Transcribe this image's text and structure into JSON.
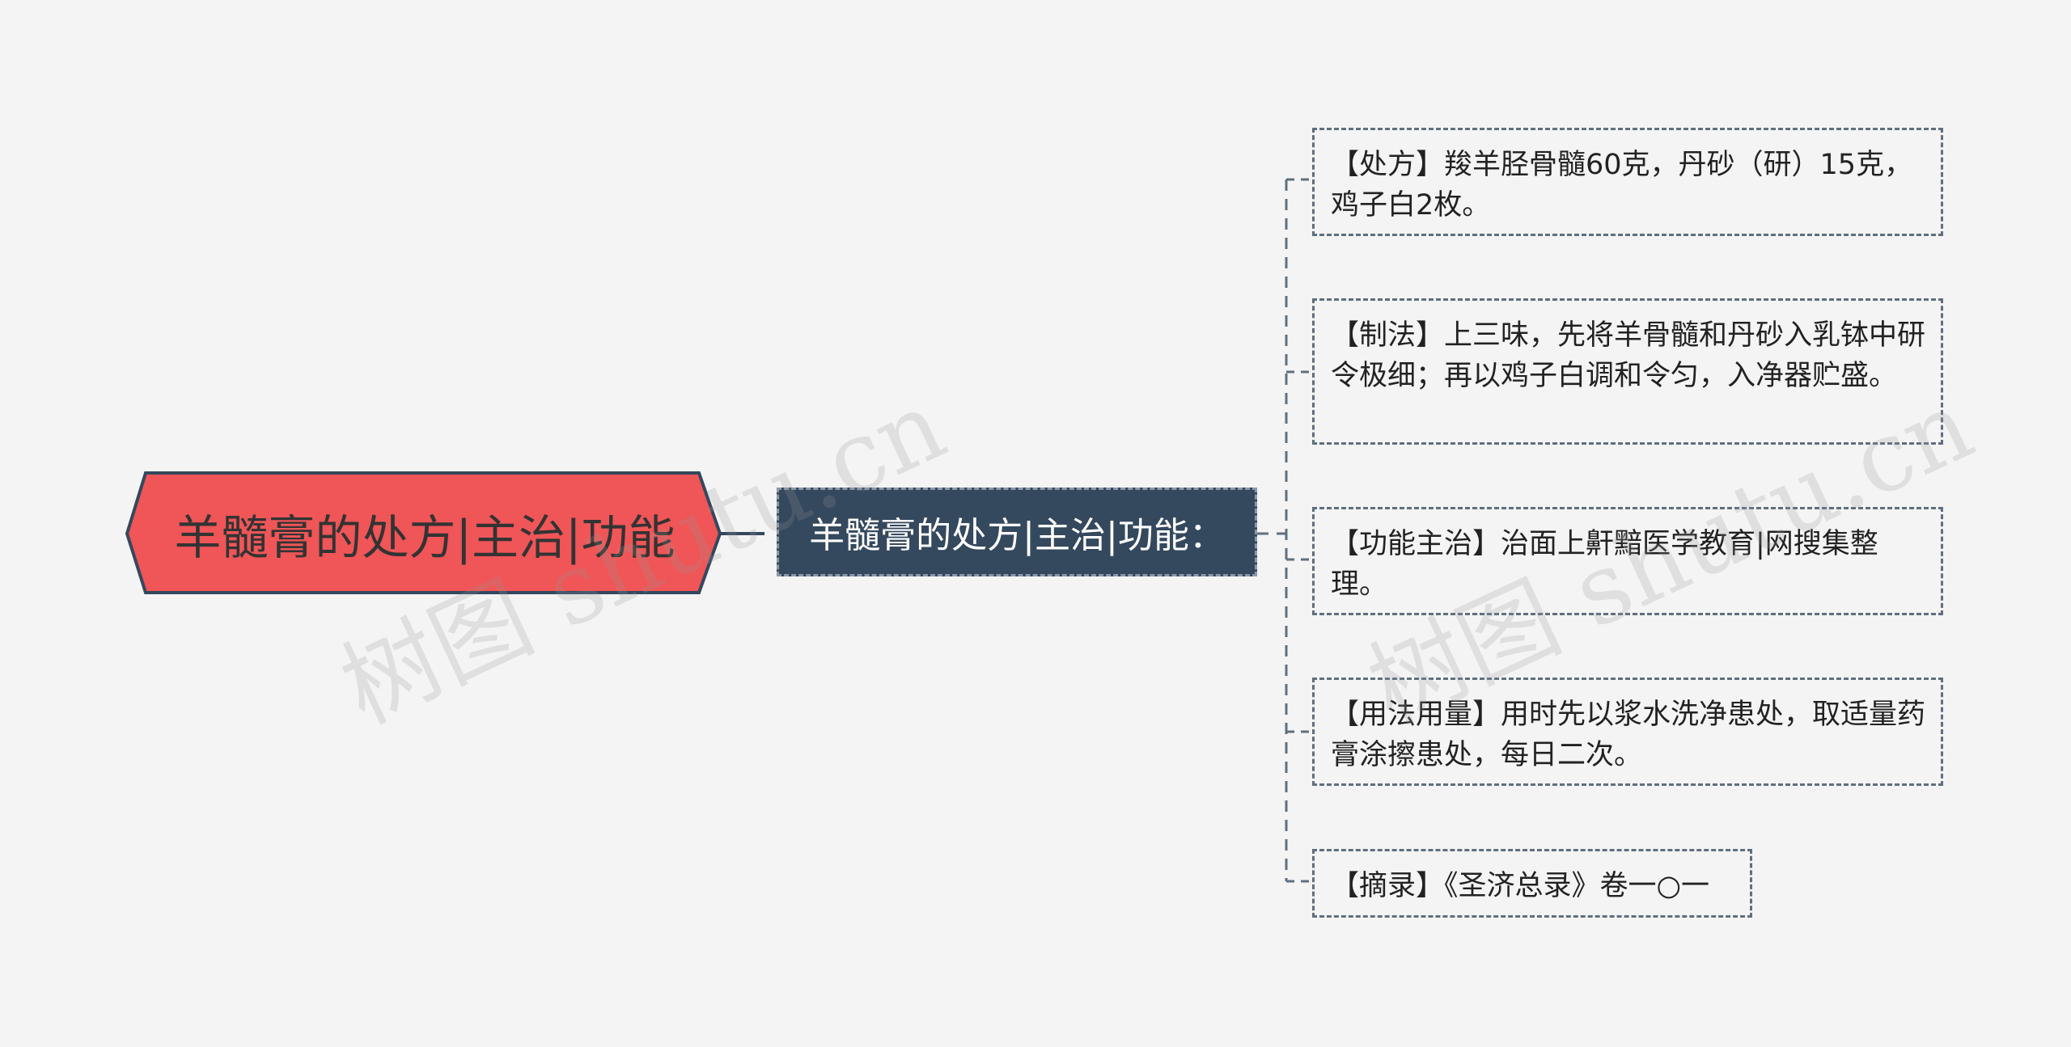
{
  "root": {
    "label": "羊髓膏的处方|主治|功能",
    "fill_color": "#f05557",
    "border_color": "#34485e"
  },
  "branch": {
    "label": "羊髓膏的处方|主治|功能："
  },
  "leaves": [
    {
      "label": "【处方】羧羊胫骨髓60克，丹砂（研）15克，鸡子白2枚。"
    },
    {
      "label": "【制法】上三味，先将羊骨髓和丹砂入乳钵中研令极细；再以鸡子白调和令匀，入净器贮盛。"
    },
    {
      "label": "【功能主治】治面上鼾黯医学教育|网搜集整理。"
    },
    {
      "label": "【用法用量】用时先以浆水洗净患处，取适量药膏涂擦患处，每日二次。"
    },
    {
      "label": "【摘录】《圣济总录》卷一○一"
    }
  ],
  "watermark": "树图 shutu.cn",
  "colors": {
    "background": "#f4f4f4",
    "branch_fill": "#34485e",
    "connector": "#34485e",
    "leaf_border": "#5f6f80"
  }
}
